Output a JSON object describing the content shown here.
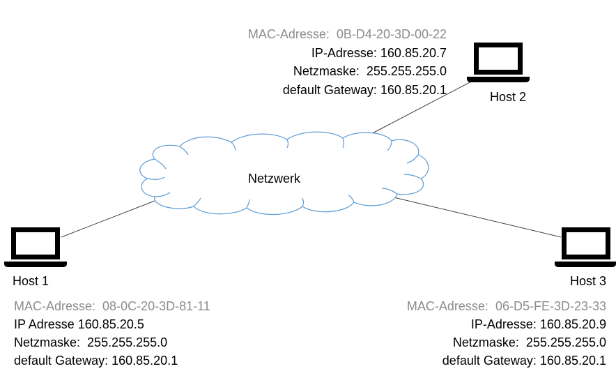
{
  "network": {
    "label": "Netzwerk"
  },
  "hosts": [
    {
      "name": "Host 1",
      "mac_label": "MAC-Adresse:",
      "mac": "08-0C-20-3D-81-11",
      "ip_label": "IP Adresse",
      "ip": "160.85.20.5",
      "mask_label": "Netzmaske:",
      "mask": "255.255.255.0",
      "gateway_label": "default Gateway:",
      "gateway": "160.85.20.1"
    },
    {
      "name": "Host 2",
      "mac_label": "MAC-Adresse:",
      "mac": "0B-D4-20-3D-00-22",
      "ip_label": "IP-Adresse:",
      "ip": "160.85.20.7",
      "mask_label": "Netzmaske:",
      "mask": "255.255.255.0",
      "gateway_label": "default Gateway:",
      "gateway": "160.85.20.1"
    },
    {
      "name": "Host 3",
      "mac_label": "MAC-Adresse:",
      "mac": "06-D5-FE-3D-23-33",
      "ip_label": "IP-Adresse:",
      "ip": "160.85.20.9",
      "mask_label": "Netzmaske:",
      "mask": "255.255.255.0",
      "gateway_label": "default Gateway:",
      "gateway": "160.85.20.1"
    }
  ],
  "colors": {
    "cloud_stroke": "#5b9bd5",
    "mac_text": "#8c8c8c",
    "line": "#404040"
  },
  "icons": {
    "host": "laptop-icon",
    "network": "cloud-icon"
  }
}
